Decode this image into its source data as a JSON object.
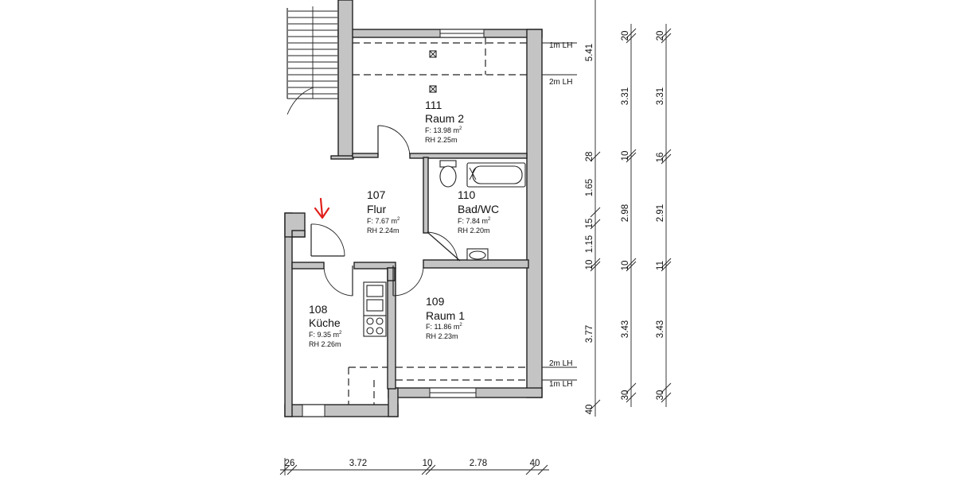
{
  "rooms": [
    {
      "number": "111",
      "name": "Raum 2",
      "area": "F:  13.98  m",
      "height": "RH  2.25m"
    },
    {
      "number": "107",
      "name": "Flur",
      "area": "F:  7.67  m",
      "height": "RH  2.24m"
    },
    {
      "number": "110",
      "name": "Bad/WC",
      "area": "F:  7.84  m",
      "height": "RH  2.20m"
    },
    {
      "number": "109",
      "name": "Raum 1",
      "area": "F:  11.86  m",
      "height": "RH  2.23m"
    },
    {
      "number": "108",
      "name": "Küche",
      "area": "F:  9.35  m",
      "height": "RH  2.26m"
    }
  ],
  "area_unit_sup": "2",
  "height_lines": {
    "top_1m": "1m LH",
    "top_2m": "2m LH",
    "bottom_2m": "2m LH",
    "bottom_1m": "1m LH"
  },
  "dimensions": {
    "vertical_1": [
      "5.41",
      "28",
      "1.65",
      "15",
      "1.15",
      "10",
      "3.77",
      "40"
    ],
    "vertical_2": [
      "20",
      "3.31",
      "10",
      "2.98",
      "10",
      "3.43",
      "30"
    ],
    "vertical_3": [
      "20",
      "3.31",
      "16",
      "2.91",
      "11",
      "3.43",
      "30"
    ],
    "horizontal": [
      "26",
      "3.72",
      "10",
      "2.78",
      "40"
    ]
  },
  "colors": {
    "wall_fill": "#c4c4c4",
    "line": "#222222",
    "entrance_arrow": "#e0201b"
  },
  "icons": [
    "entrance-arrow-icon",
    "staircase-icon",
    "bathtub-icon",
    "toilet-icon",
    "sink-icon",
    "stove-icon",
    "window-icon",
    "door-swing-icon"
  ]
}
